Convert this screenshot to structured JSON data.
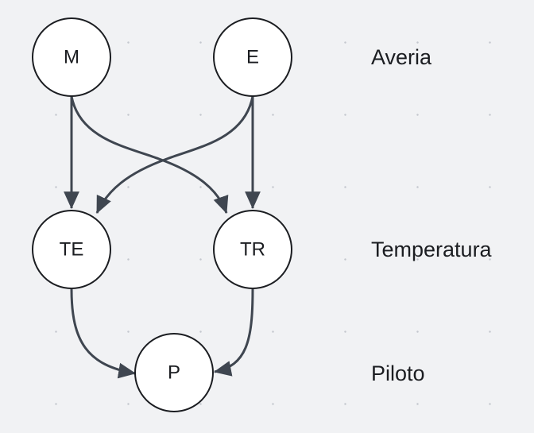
{
  "diagram": {
    "nodes": [
      {
        "id": "M",
        "label": "M"
      },
      {
        "id": "E",
        "label": "E"
      },
      {
        "id": "TE",
        "label": "TE"
      },
      {
        "id": "TR",
        "label": "TR"
      },
      {
        "id": "P",
        "label": "P"
      }
    ],
    "edges": [
      {
        "from": "M",
        "to": "TE"
      },
      {
        "from": "M",
        "to": "TR"
      },
      {
        "from": "E",
        "to": "TE"
      },
      {
        "from": "E",
        "to": "TR"
      },
      {
        "from": "TE",
        "to": "P"
      },
      {
        "from": "TR",
        "to": "P"
      }
    ],
    "levels": [
      {
        "label": "Averia"
      },
      {
        "label": "Temperatura"
      },
      {
        "label": "Piloto"
      }
    ],
    "colors": {
      "background": "#f1f2f4",
      "node_fill": "#ffffff",
      "node_stroke": "#1b1d21",
      "edge": "#3f4650",
      "text": "#1b1d21"
    }
  }
}
